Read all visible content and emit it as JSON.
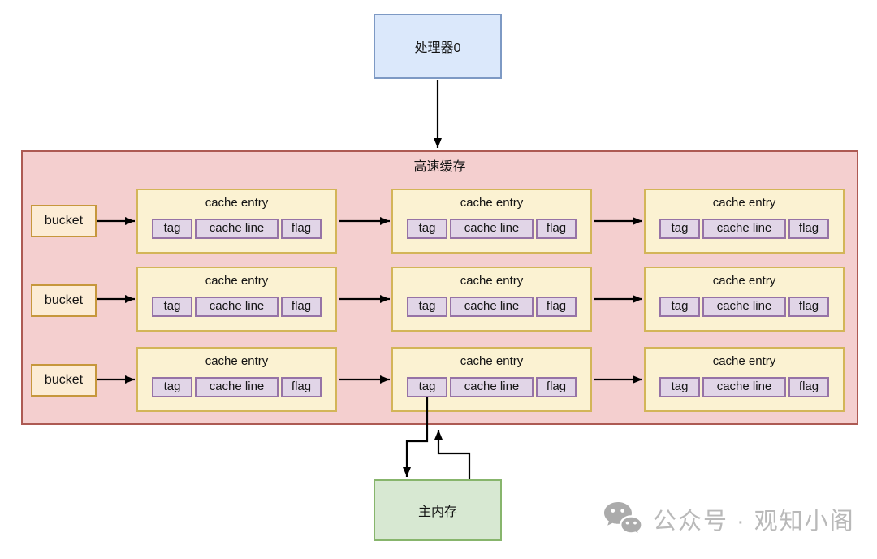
{
  "diagram": {
    "processor": {
      "label": "处理器0"
    },
    "cache": {
      "label": "高速缓存",
      "rows": [
        {
          "bucket_label": "bucket",
          "entries": [
            {
              "title": "cache entry",
              "cells": [
                "tag",
                "cache line",
                "flag"
              ]
            },
            {
              "title": "cache entry",
              "cells": [
                "tag",
                "cache line",
                "flag"
              ]
            },
            {
              "title": "cache entry",
              "cells": [
                "tag",
                "cache line",
                "flag"
              ]
            }
          ]
        },
        {
          "bucket_label": "bucket",
          "entries": [
            {
              "title": "cache entry",
              "cells": [
                "tag",
                "cache line",
                "flag"
              ]
            },
            {
              "title": "cache entry",
              "cells": [
                "tag",
                "cache line",
                "flag"
              ]
            },
            {
              "title": "cache entry",
              "cells": [
                "tag",
                "cache line",
                "flag"
              ]
            }
          ]
        },
        {
          "bucket_label": "bucket",
          "entries": [
            {
              "title": "cache entry",
              "cells": [
                "tag",
                "cache line",
                "flag"
              ]
            },
            {
              "title": "cache entry",
              "cells": [
                "tag",
                "cache line",
                "flag"
              ]
            },
            {
              "title": "cache entry",
              "cells": [
                "tag",
                "cache line",
                "flag"
              ]
            }
          ]
        }
      ]
    },
    "memory": {
      "label": "主内存"
    }
  },
  "watermark": {
    "icon": "wechat-icon",
    "text": "公众号 · 观知小阁"
  },
  "colors": {
    "container_fill": "#f4cfcf",
    "container_border": "#ad5a53",
    "entry_fill": "#fbf2d2",
    "entry_border": "#d3b558",
    "cell_fill": "#e1d5e7",
    "cell_border": "#9673a6",
    "bucket_fill": "#fcecd5",
    "bucket_border": "#c6973c",
    "processor_fill": "#dbe8fb",
    "processor_border": "#7d99c4",
    "memory_fill": "#d7e8d2",
    "memory_border": "#87b56c",
    "arrow": "#000000",
    "watermark": "#b9b9b9"
  }
}
